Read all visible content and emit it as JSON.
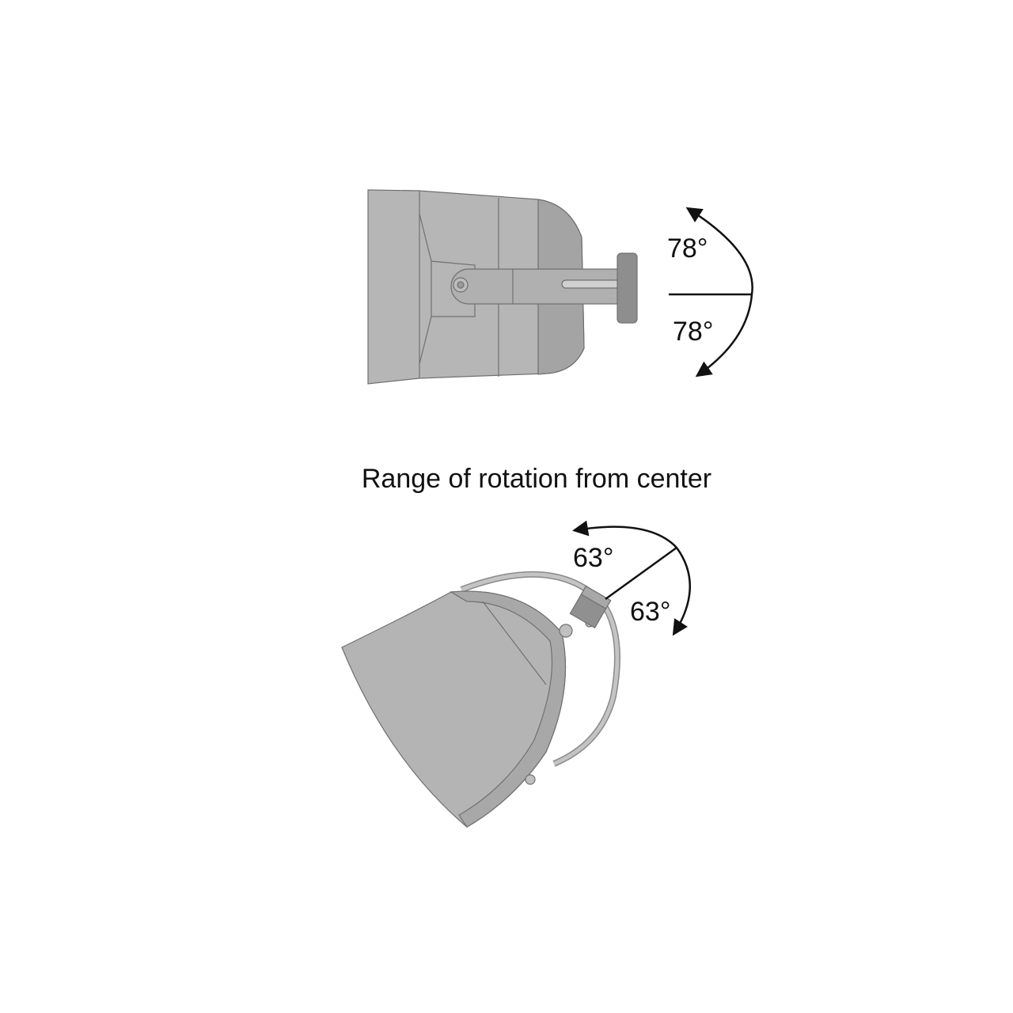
{
  "caption": "Range of rotation from center",
  "side_view": {
    "angle_up_label": "78°",
    "angle_down_label": "78°",
    "angle_up_deg": 78,
    "angle_down_deg": 78
  },
  "top_view": {
    "angle_left_label": "63°",
    "angle_right_label": "63°",
    "angle_left_deg": 63,
    "angle_right_deg": 63
  },
  "colors": {
    "body": "#b4b4b4",
    "body_dark": "#a3a3a3",
    "outline": "#6e6e6e",
    "arrow": "#111111"
  }
}
